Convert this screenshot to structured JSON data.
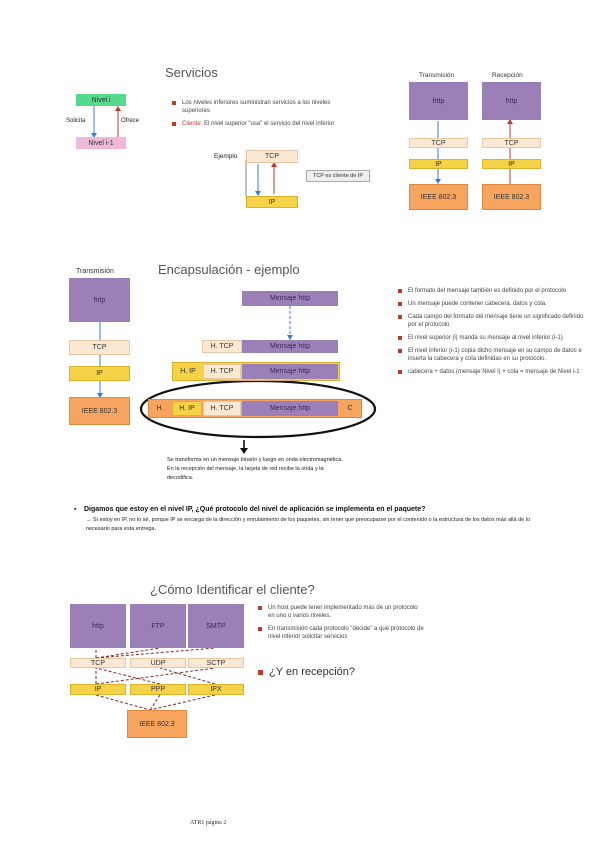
{
  "panel1": {
    "title": "Servicios",
    "nivel_i": "Nivel i",
    "nivel_i1": "Nivel i-1",
    "solicita": "Solicita",
    "ofrece": "Ofrece",
    "bullet1": "Los niveles inferiores suministran servicios a los niveles superiores",
    "bullet2_prefix": "Cliente:",
    "bullet2_rest": " El nivel superior \"usa\" el servicio del nivel inferior",
    "ejemplo": "Ejemplo",
    "tcp": "TCP",
    "ip": "IP",
    "note": "TCP es cliente de IP"
  },
  "panel2": {
    "transmision": "Transmisión",
    "recepcion": "Recepción",
    "http": "http",
    "tcp": "TCP",
    "ip": "IP",
    "ieee": "IEEE 802.3"
  },
  "panel3": {
    "transmision": "Transmisión",
    "title": "Encapsulación - ejemplo",
    "http": "http",
    "tcp": "TCP",
    "ip": "IP",
    "ieee": "IEEE 802.3",
    "mensaje_http": "Mensaje http",
    "h_tcp": "H. TCP",
    "h_ip": "H. IP",
    "h": "H.",
    "c": "C",
    "caption": "Se transforma en un mensaje binario y luego en onda electromagnética. En la recepción del mensaje, la tarjeta de red recibe la onda y la decodifica.",
    "bullets": [
      "El formato del mensaje también es definido por el protocolo",
      "Un mensaje puede contener cabecera, datos y cola.",
      "Cada campo del formato del mensaje tiene un significado definido por el protocolo",
      "El nivel superior (i) manda su mensaje al nivel inferior (i-1)",
      "El nivel inferior (i-1) copia dicho mensaje en su campo de datos e inserta la cabecera y cola definidas en su protocolo.",
      "cabecera + datos (mensaje Nivel i) + cola = mensaje de Nivel i-1"
    ]
  },
  "question": {
    "bold": "Digamos que estoy en el nivel IP, ¿Qué protocolo del nivel de aplicación se implementa en el paquete?",
    "answer": "→ Si estoy en IP, no lo sé, porque IP se encarga de la dirección y enrutamiento de los paquetes, sin tener que preocuparse por el contenido o la estructura de los datos más allá de lo necesario para esta entrega."
  },
  "panel4": {
    "title": "¿Cómo Identificar el cliente?",
    "app": [
      "http",
      "FTP",
      "SMTP"
    ],
    "transport": [
      "TCP",
      "UDP",
      "SCTP"
    ],
    "network": [
      "IP",
      "PPP",
      "IPX"
    ],
    "ieee": "IEEE 802.3",
    "bullets": [
      "Un host puede tener implementado más de un protocolo en uno o varios niveles.",
      "En transmisión cada protocolo \"decide\" a qué protocolo de nivel inferior solicitar servicios"
    ],
    "big_bullet": "¿Y en recepción?"
  },
  "footer": "ATR1 página 2"
}
